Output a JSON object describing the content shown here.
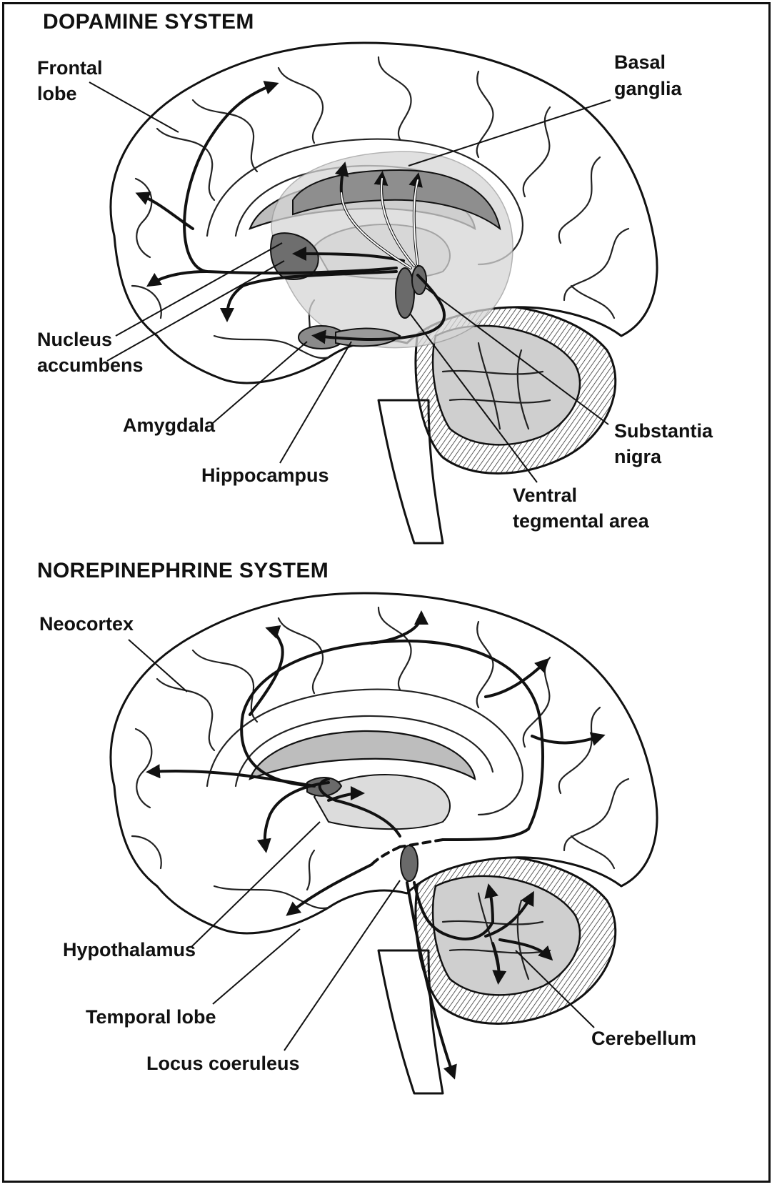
{
  "panels": {
    "dopamine": {
      "title": "DOPAMINE SYSTEM",
      "labels": {
        "frontal_lobe": [
          "Frontal",
          "lobe"
        ],
        "basal_ganglia": [
          "Basal",
          "ganglia"
        ],
        "nucleus_accumbens": [
          "Nucleus",
          "accumbens"
        ],
        "amygdala": "Amygdala",
        "hippocampus": "Hippocampus",
        "substantia_nigra": [
          "Substantia",
          "nigra"
        ],
        "ventral_tegmental_area": [
          "Ventral",
          "tegmental area"
        ]
      }
    },
    "norepinephrine": {
      "title": "NOREPINEPHRINE SYSTEM",
      "labels": {
        "neocortex": "Neocortex",
        "hypothalamus": "Hypothalamus",
        "temporal_lobe": "Temporal lobe",
        "locus_coeruleus": "Locus coeruleus",
        "cerebellum": "Cerebellum"
      }
    }
  },
  "colors": {
    "ink": "#111111",
    "shade_light": "#d0d0d0",
    "shade_mid": "#a8a8a8",
    "shade_dark": "#6f6f6f",
    "nucleus_fill": "#707070"
  }
}
